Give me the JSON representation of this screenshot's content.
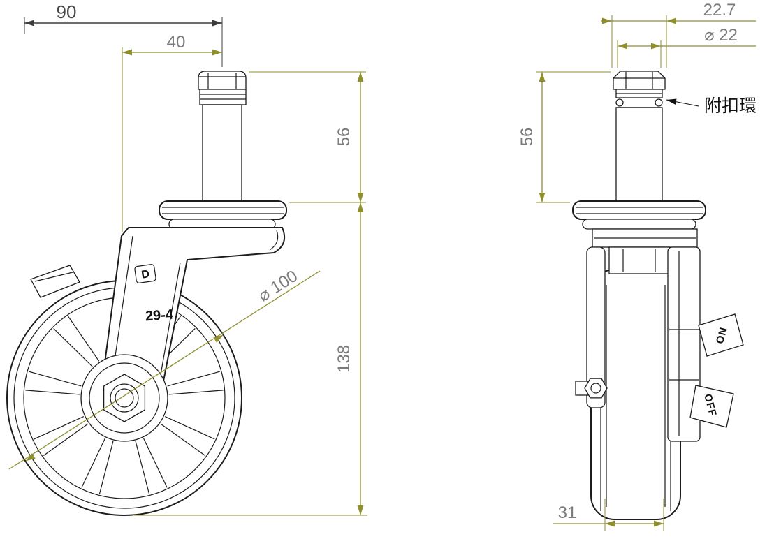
{
  "colors": {
    "drawing_line": "#1c1c1c",
    "dimension_line": "#8f8f2e",
    "dimension_line_dark": "#3c3c3c",
    "dimension_text": "#7b7b7b",
    "note_text": "#111111",
    "background": "#ffffff"
  },
  "views": {
    "front": {
      "logo": "D",
      "model_label": "29-4",
      "dims": {
        "overall_width": "90",
        "stem_offset": "40",
        "stem_length": "56",
        "overall_height": "138",
        "wheel_diameter": "⌀ 100"
      }
    },
    "side": {
      "note_retaining_ring": "附扣環",
      "brake_on": "ON",
      "brake_off": "OFF",
      "dims": {
        "cap_width": "22.7",
        "stem_diameter": "⌀ 22",
        "stem_length": "56",
        "tread_width": "31"
      }
    }
  }
}
